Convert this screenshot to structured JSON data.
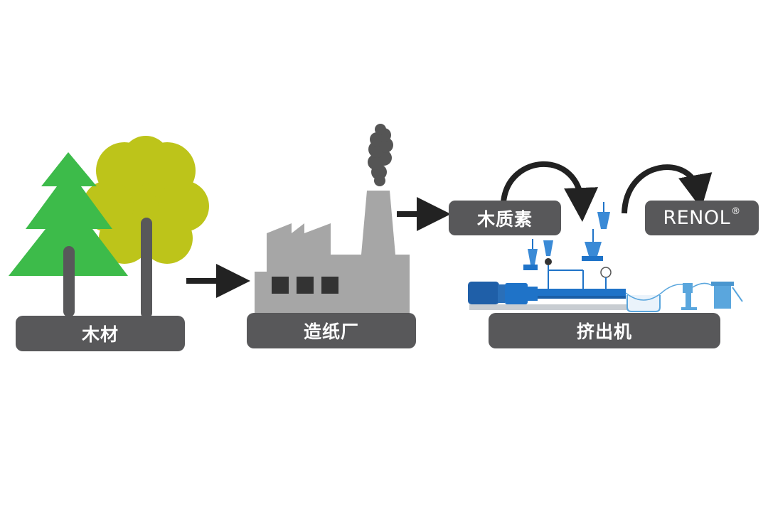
{
  "labels": {
    "wood": "木材",
    "paper_mill": "造纸厂",
    "lignin": "木质素",
    "extruder": "挤出机",
    "renol": "RENOL",
    "renol_mark": "®"
  },
  "icons": [
    "pine-tree-icon",
    "deciduous-tree-icon",
    "factory-icon",
    "smoke-icon",
    "extruder-machine-icon"
  ],
  "colors": {
    "pine_tree": "#3dbb4a",
    "deciduous_tree": "#bdc41a",
    "trunk": "#58585a",
    "factory": "#a6a6a6",
    "smoke": "#555555",
    "label_bg": "#58585a",
    "arrow": "#222222",
    "machine_blue": "#1f73c8",
    "machine_light": "#5aa6dd"
  }
}
